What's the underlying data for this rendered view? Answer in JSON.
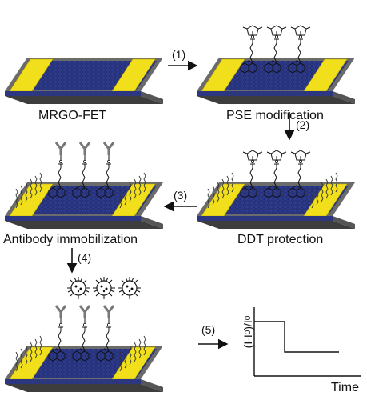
{
  "labels": {
    "mrgo_fet": "MRGO-FET",
    "pse_modification": "PSE modification",
    "ddt_protection": "DDT protection",
    "antibody_immobilization": "Antibody immobilization"
  },
  "steps": [
    "(1)",
    "(2)",
    "(3)",
    "(4)",
    "(5)"
  ],
  "plot": {
    "y_label_prefix": "(I-I",
    "y_label_sub1": "0",
    "y_label_mid": ")/I",
    "y_label_sub2": "0",
    "x_label": "Time"
  },
  "colors": {
    "substrate_top": "#6e6e6e",
    "substrate_side": "#4a4a4a",
    "graphene": "#2f3d8f",
    "electrode": "#f2e21a",
    "line": "#111111"
  }
}
